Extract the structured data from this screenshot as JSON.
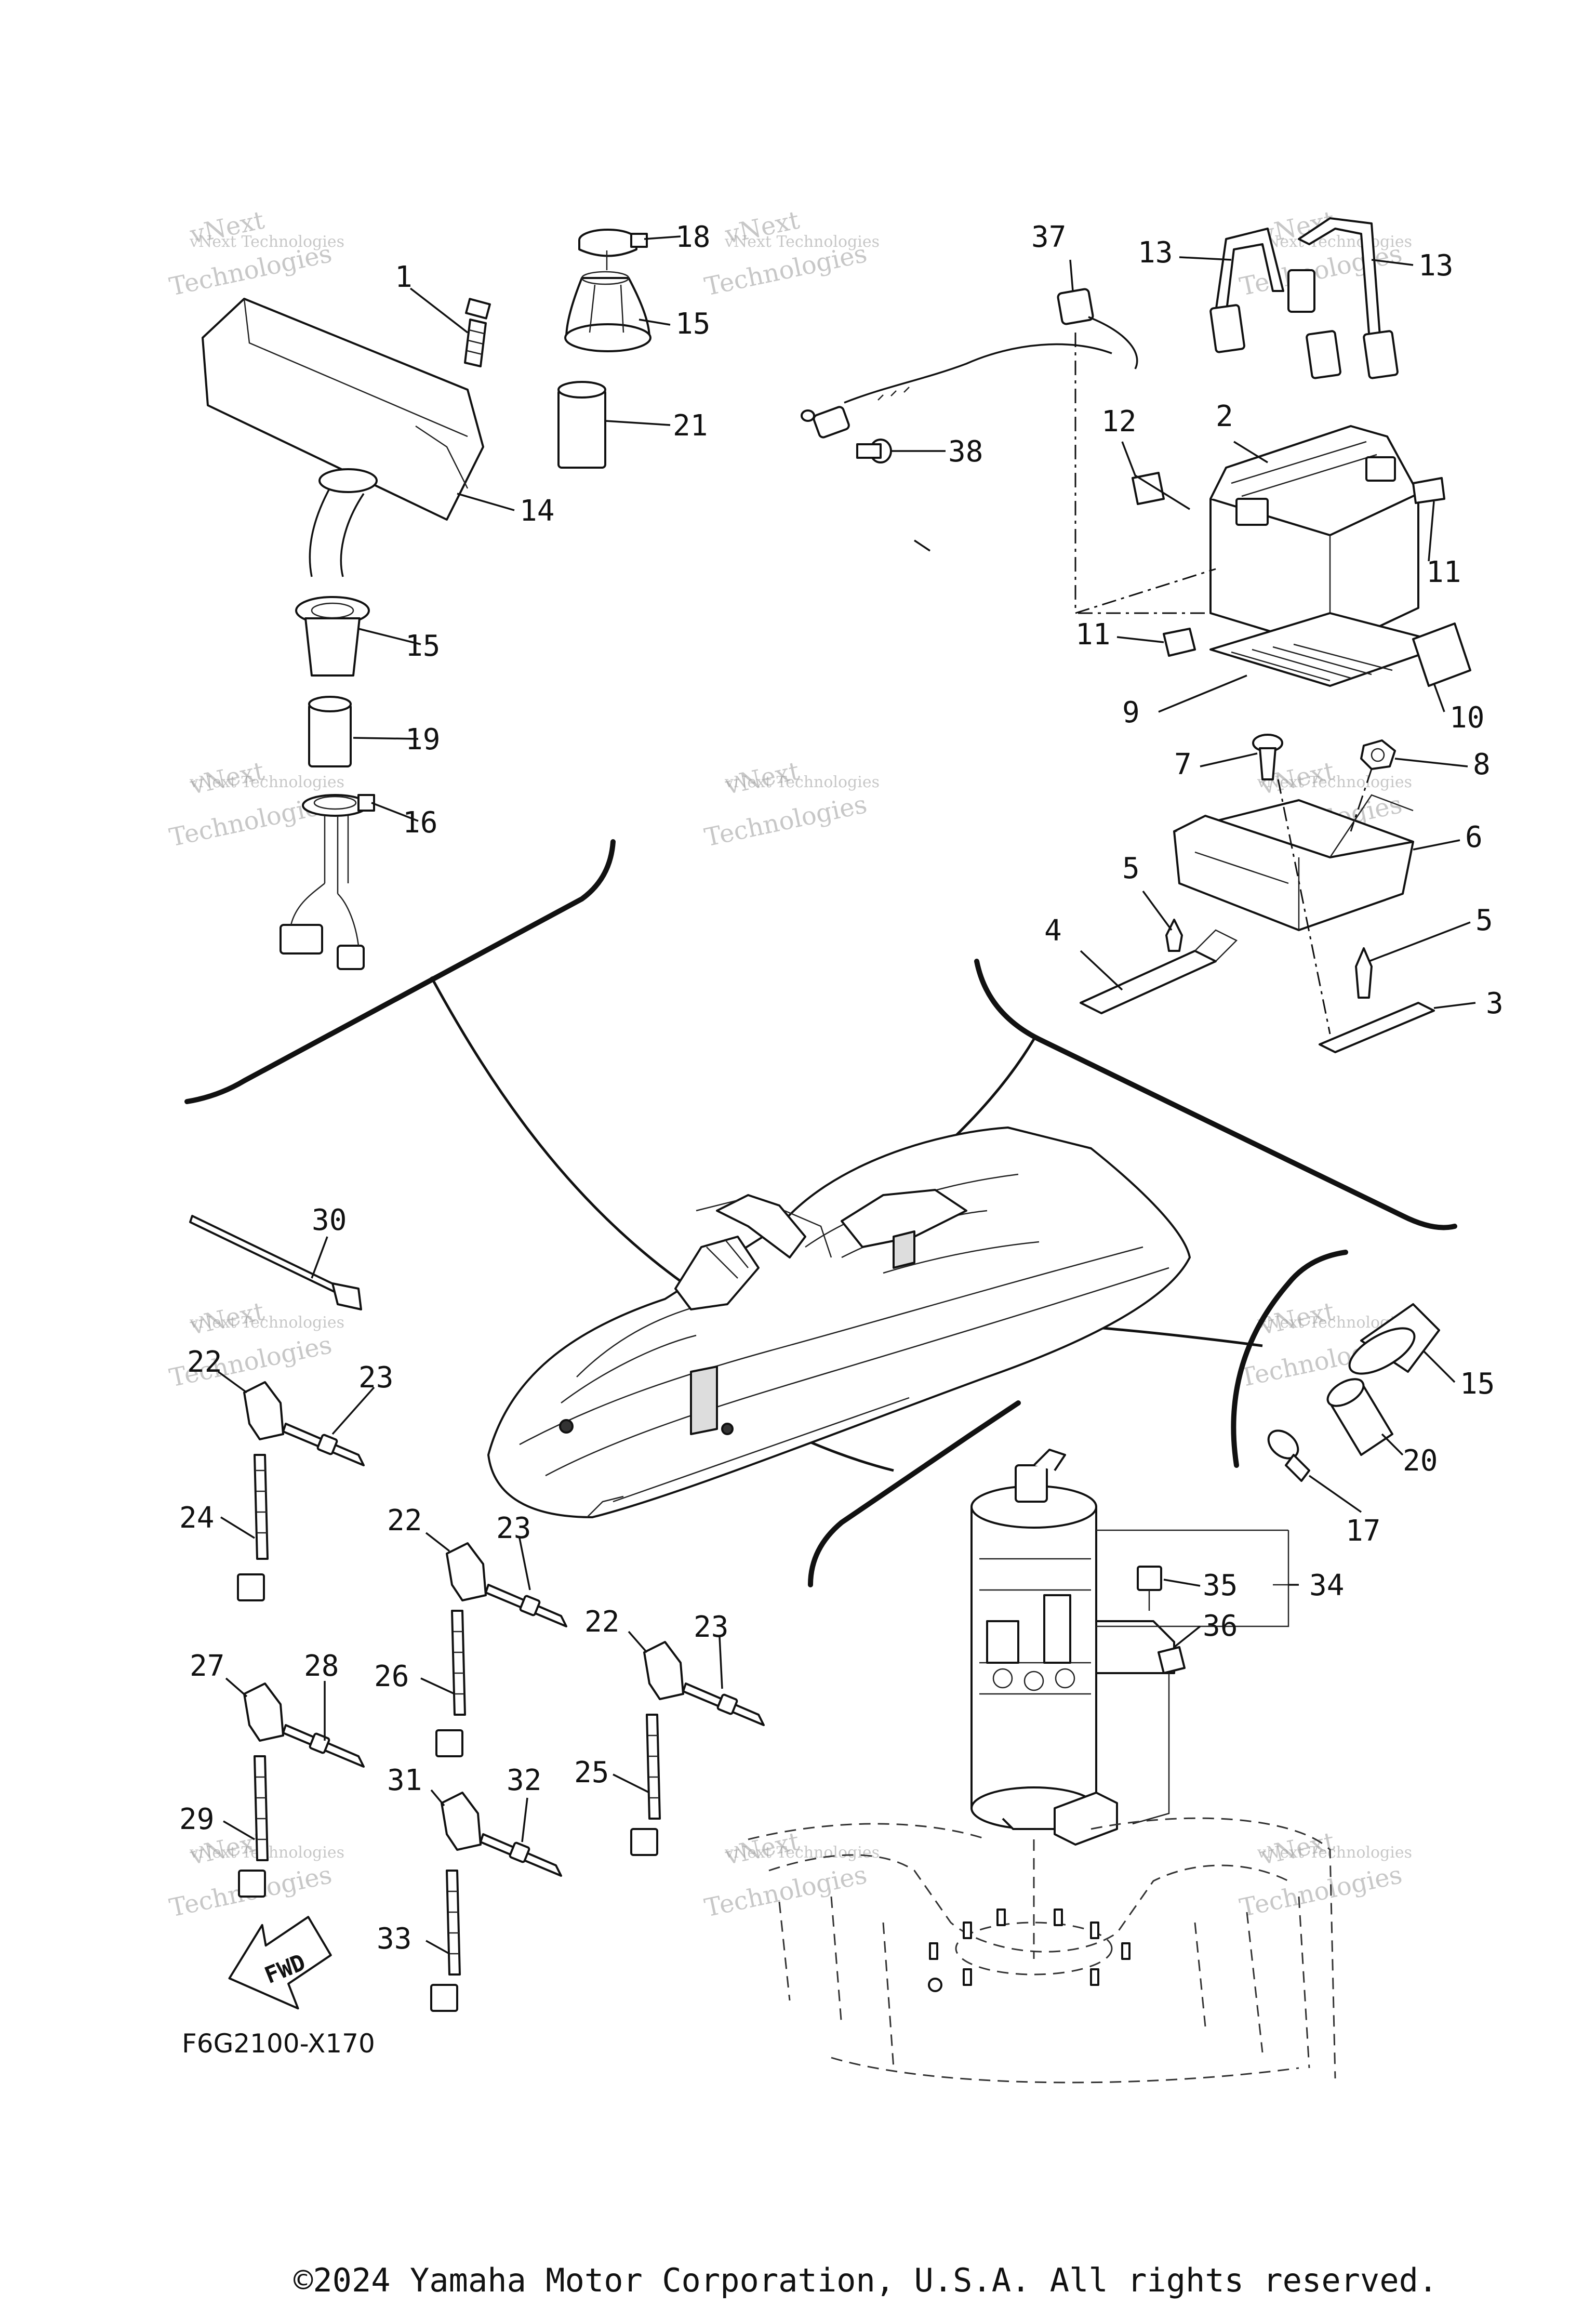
{
  "diagram": {
    "labels": [
      {
        "id": "lbl-1",
        "text": "1"
      },
      {
        "id": "lbl-2",
        "text": "2"
      },
      {
        "id": "lbl-3",
        "text": "3"
      },
      {
        "id": "lbl-4",
        "text": "4"
      },
      {
        "id": "lbl-5a",
        "text": "5"
      },
      {
        "id": "lbl-5b",
        "text": "5"
      },
      {
        "id": "lbl-6",
        "text": "6"
      },
      {
        "id": "lbl-7",
        "text": "7"
      },
      {
        "id": "lbl-8",
        "text": "8"
      },
      {
        "id": "lbl-9",
        "text": "9"
      },
      {
        "id": "lbl-10",
        "text": "10"
      },
      {
        "id": "lbl-11a",
        "text": "11"
      },
      {
        "id": "lbl-11b",
        "text": "11"
      },
      {
        "id": "lbl-12",
        "text": "12"
      },
      {
        "id": "lbl-13a",
        "text": "13"
      },
      {
        "id": "lbl-13b",
        "text": "13"
      },
      {
        "id": "lbl-14",
        "text": "14"
      },
      {
        "id": "lbl-15a",
        "text": "15"
      },
      {
        "id": "lbl-15b",
        "text": "15"
      },
      {
        "id": "lbl-15c",
        "text": "15"
      },
      {
        "id": "lbl-16",
        "text": "16"
      },
      {
        "id": "lbl-17",
        "text": "17"
      },
      {
        "id": "lbl-18",
        "text": "18"
      },
      {
        "id": "lbl-19",
        "text": "19"
      },
      {
        "id": "lbl-20",
        "text": "20"
      },
      {
        "id": "lbl-21",
        "text": "21"
      },
      {
        "id": "lbl-22a",
        "text": "22"
      },
      {
        "id": "lbl-22b",
        "text": "22"
      },
      {
        "id": "lbl-22c",
        "text": "22"
      },
      {
        "id": "lbl-23a",
        "text": "23"
      },
      {
        "id": "lbl-23b",
        "text": "23"
      },
      {
        "id": "lbl-23c",
        "text": "23"
      },
      {
        "id": "lbl-24",
        "text": "24"
      },
      {
        "id": "lbl-25",
        "text": "25"
      },
      {
        "id": "lbl-26",
        "text": "26"
      },
      {
        "id": "lbl-27",
        "text": "27"
      },
      {
        "id": "lbl-28",
        "text": "28"
      },
      {
        "id": "lbl-29",
        "text": "29"
      },
      {
        "id": "lbl-30",
        "text": "30"
      },
      {
        "id": "lbl-31",
        "text": "31"
      },
      {
        "id": "lbl-32",
        "text": "32"
      },
      {
        "id": "lbl-33",
        "text": "33"
      },
      {
        "id": "lbl-34",
        "text": "34"
      },
      {
        "id": "lbl-35",
        "text": "35"
      },
      {
        "id": "lbl-36",
        "text": "36"
      },
      {
        "id": "lbl-37",
        "text": "37"
      },
      {
        "id": "lbl-38",
        "text": "38"
      }
    ],
    "fwd_label": "FWD",
    "diagram_code": "F6G2100-X170",
    "watermark_line1": "vNext Technologies",
    "watermark_line2": "Technologies",
    "watermark_line3": "vNext",
    "copyright": "©2024 Yamaha Motor Corporation, U.S.A. All rights reserved."
  }
}
